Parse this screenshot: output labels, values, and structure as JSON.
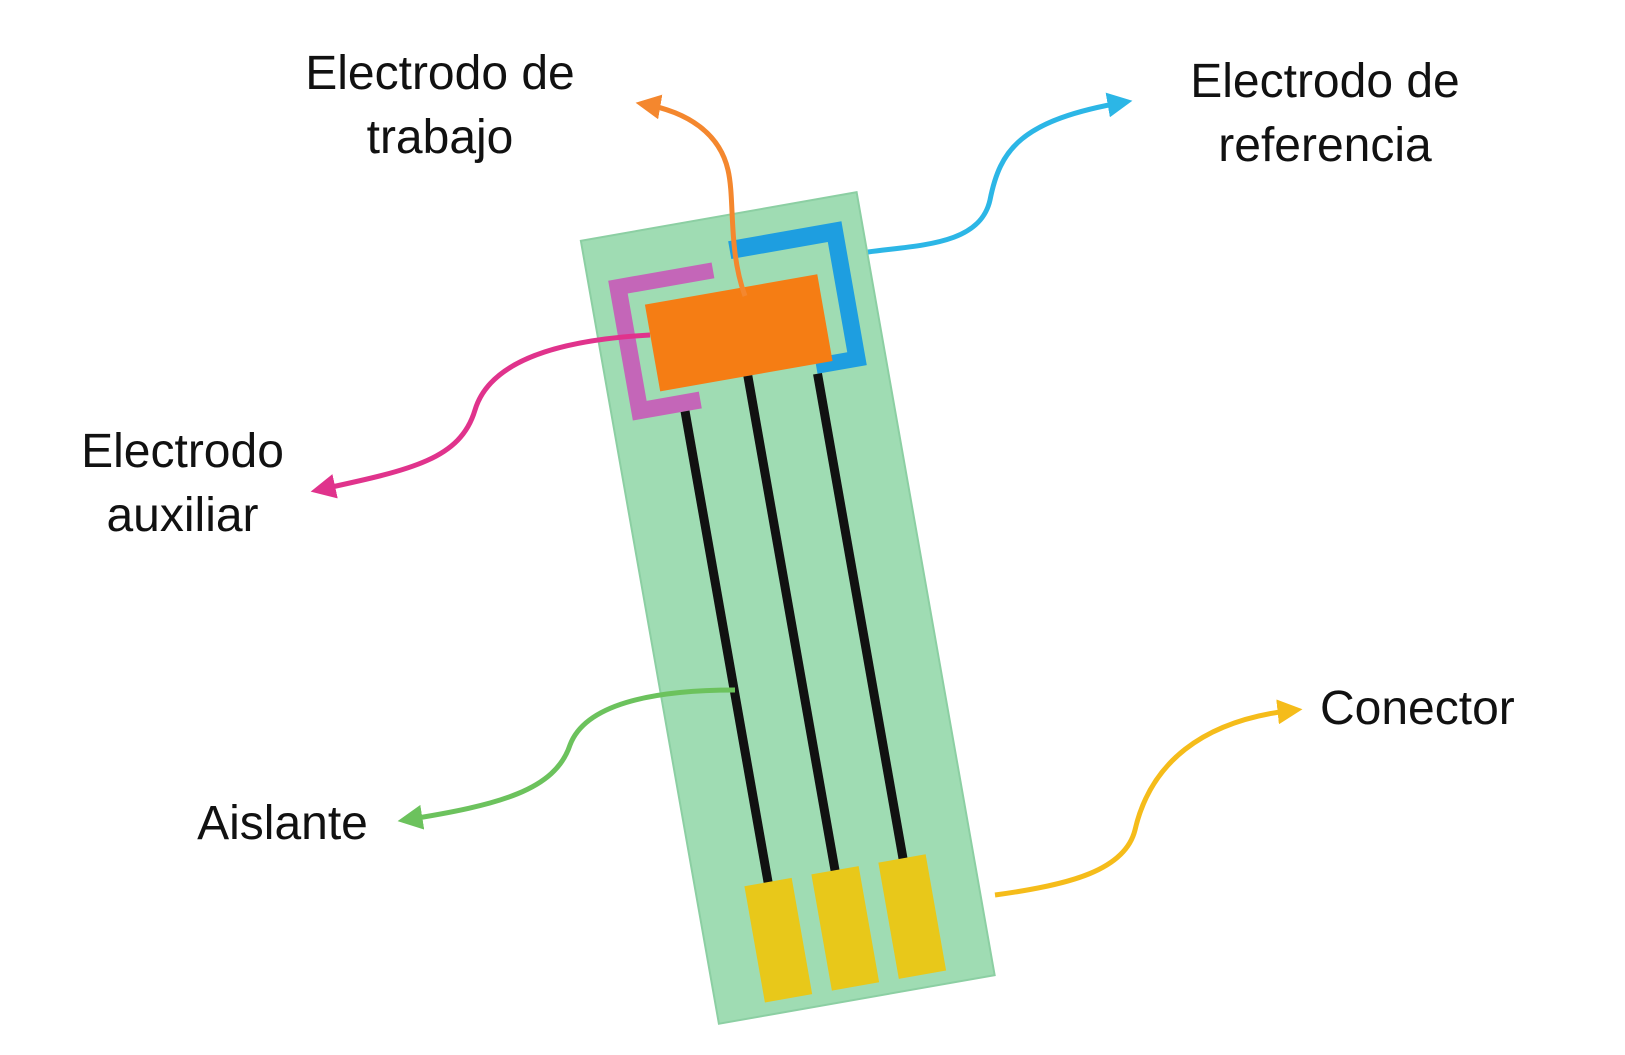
{
  "labels": {
    "working_electrode": {
      "line1": "Electrodo de",
      "line2": "trabajo"
    },
    "reference_electrode": {
      "line1": "Electrodo de",
      "line2": "referencia"
    },
    "auxiliary_electrode": {
      "line1": "Electrodo",
      "line2": "auxiliar"
    },
    "insulator": "Aislante",
    "connector": "Conector"
  },
  "colors": {
    "substrate": "#9fdcb3",
    "substrate_edge": "#8ccfa3",
    "working_electrode": "#f57d14",
    "reference_electrode": "#1e9ee0",
    "auxiliary_electrode": "#c466b8",
    "tracks": "#111111",
    "connector_pads": "#e8c81a",
    "arrow_working": "#f4872e",
    "arrow_reference": "#2cb6e6",
    "arrow_auxiliary": "#e0338c",
    "arrow_insulator": "#6cc25d",
    "arrow_connector": "#f5bc1a"
  }
}
